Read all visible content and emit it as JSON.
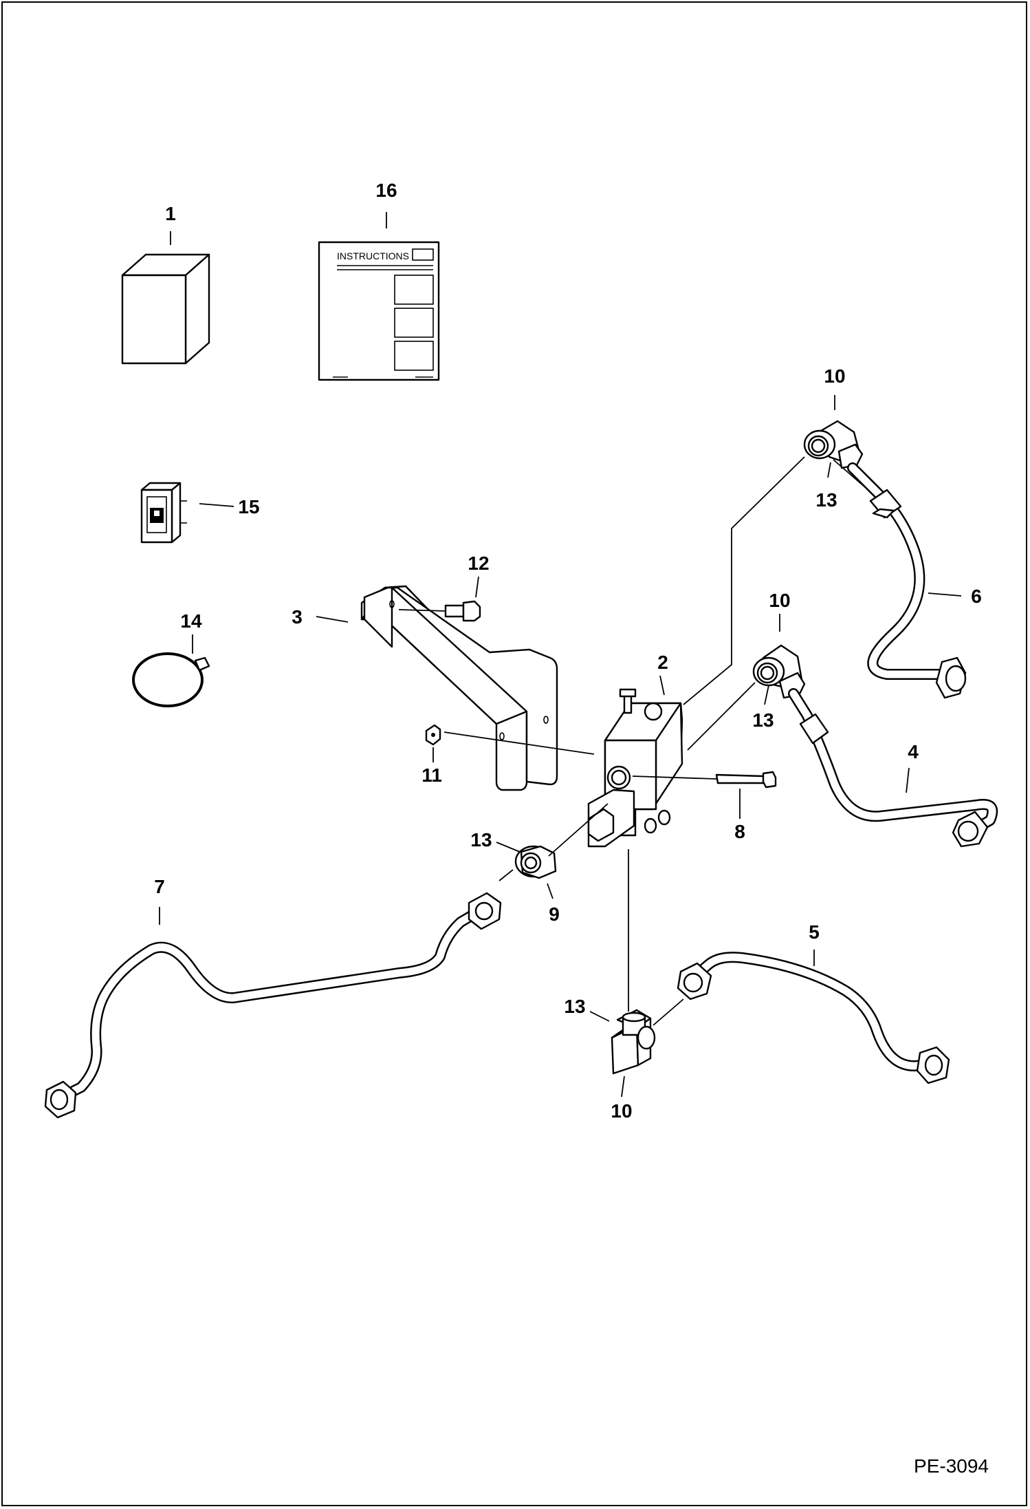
{
  "diagram": {
    "code": "PE-3094",
    "instructions_sheet_text": "INSTRUCTIONS",
    "callouts": [
      {
        "id": "c1",
        "text": "1"
      },
      {
        "id": "c16",
        "text": "16"
      },
      {
        "id": "c10a",
        "text": "10"
      },
      {
        "id": "c13a",
        "text": "13"
      },
      {
        "id": "c15",
        "text": "15"
      },
      {
        "id": "c6",
        "text": "6"
      },
      {
        "id": "c12",
        "text": "12"
      },
      {
        "id": "c3",
        "text": "3"
      },
      {
        "id": "c14",
        "text": "14"
      },
      {
        "id": "c10b",
        "text": "10"
      },
      {
        "id": "c2",
        "text": "2"
      },
      {
        "id": "c13b",
        "text": "13"
      },
      {
        "id": "c4",
        "text": "4"
      },
      {
        "id": "c11",
        "text": "11"
      },
      {
        "id": "c8",
        "text": "8"
      },
      {
        "id": "c13c",
        "text": "13"
      },
      {
        "id": "c7",
        "text": "7"
      },
      {
        "id": "c9",
        "text": "9"
      },
      {
        "id": "c5",
        "text": "5"
      },
      {
        "id": "c13d",
        "text": "13"
      },
      {
        "id": "c10c",
        "text": "10"
      }
    ]
  }
}
